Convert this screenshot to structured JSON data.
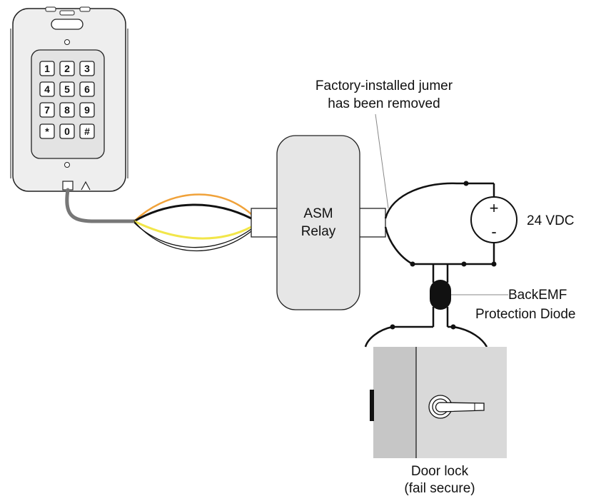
{
  "labels": {
    "jumper_line1": "Factory-installed jumer",
    "jumper_line2": "has been removed",
    "relay_line1": "ASM",
    "relay_line2": "Relay",
    "power": "24 VDC",
    "plus": "+",
    "minus": "-",
    "diode_line1": "BackEMF",
    "diode_line2": "Protection Diode",
    "lock_line1": "Door lock",
    "lock_line2": "(fail secure)"
  },
  "keypad": {
    "keys": [
      "1",
      "2",
      "3",
      "4",
      "5",
      "6",
      "7",
      "8",
      "9",
      "*",
      "0",
      "#"
    ]
  },
  "colors": {
    "wire_orange": "#f0a23a",
    "wire_yellow": "#f2e64a",
    "wire_black": "#111111",
    "cable_gray": "#777777",
    "device_fill": "#eeeeee",
    "relay_fill": "#e6e6e6",
    "door_fill": "#d9d9d9",
    "door_panel": "#c6c6c6"
  }
}
